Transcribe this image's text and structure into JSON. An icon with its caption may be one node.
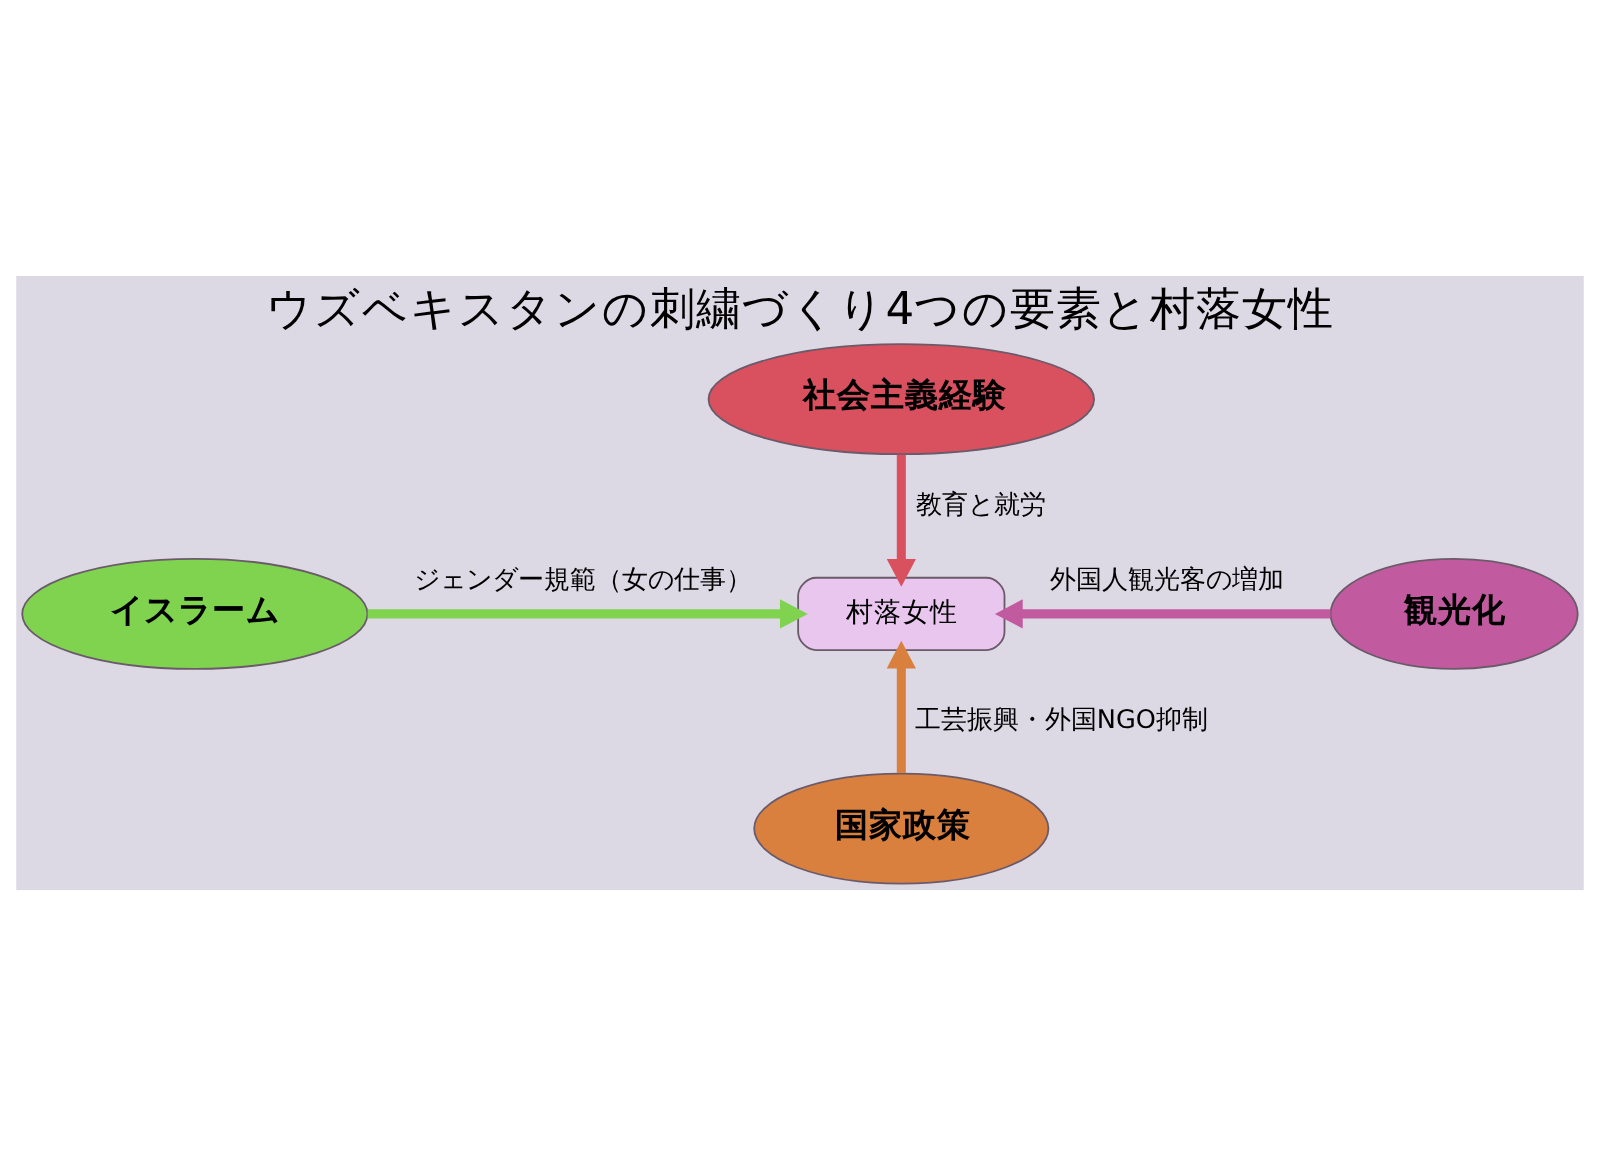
{
  "diagram": {
    "title": "ウズベキスタンの刺繍づくり4つの要素と村落女性",
    "nodes": [
      {
        "text": [
          "社会主義経験"
        ]
      },
      {
        "text": [
          "イスラーム"
        ]
      },
      {
        "text": [
          "村落女性"
        ]
      },
      {
        "text": [
          "観光化"
        ]
      },
      {
        "text": [
          "国家政策"
        ]
      }
    ],
    "edges": [
      {
        "from": 0,
        "to": 2,
        "arrow": "to",
        "label": "教育と就労",
        "color": "#d9505f"
      },
      {
        "from": 1,
        "to": 2,
        "arrow": "to",
        "label": "ジェンダー規範（女の仕事）",
        "color": "#7fd34f"
      },
      {
        "from": 3,
        "to": 2,
        "arrow": "to",
        "label": "外国人観光客の増加",
        "color": "#c25aa0"
      },
      {
        "from": 4,
        "to": 2,
        "arrow": "to",
        "label": "工芸振興・外国NGO抑制",
        "color": "#d9803f"
      }
    ]
  }
}
